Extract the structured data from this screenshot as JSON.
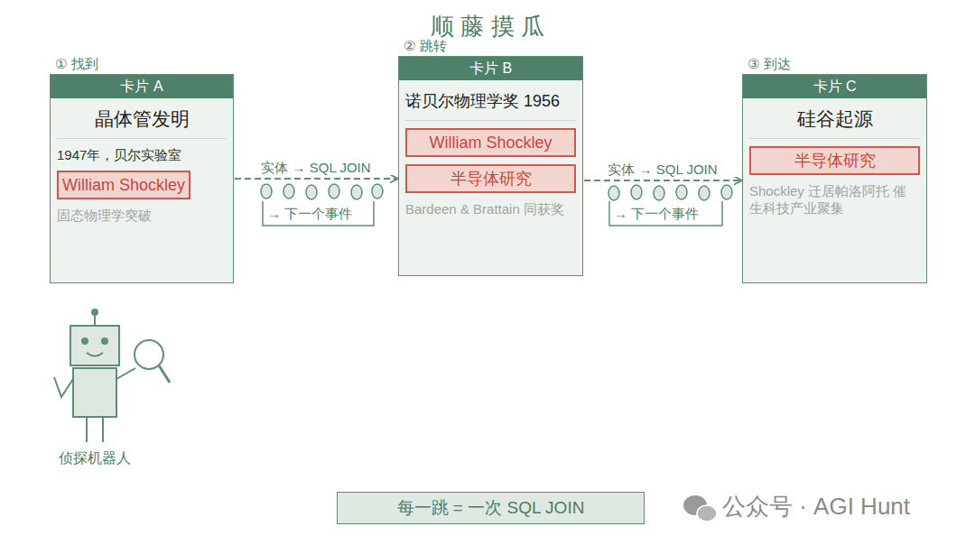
{
  "diagram": {
    "title": "顺 藤 摸 瓜",
    "nodes": [
      {
        "text": [
          "① 找到",
          "卡片 A",
          "晶体管发明",
          "1947年，贝尔实验室",
          "固态物理学突破"
        ]
      },
      {
        "text": [
          "William Shockley"
        ],
        "in": 0
      },
      {
        "text": [
          "② 跳转",
          "卡片 B",
          "诺贝尔物理学奖 1956",
          "Bardeen & Brattain 同获奖"
        ]
      },
      {
        "text": [
          "William Shockley"
        ],
        "in": 2
      },
      {
        "text": [
          "半导体研究"
        ],
        "in": 2
      },
      {
        "text": [
          "③ 到达",
          "卡片 C",
          "硅谷起源",
          "Shockley 迁居帕洛阿托 催生科技产业聚集"
        ]
      },
      {
        "text": [
          "半导体研究"
        ],
        "in": 5
      },
      {
        "text": [
          "每一跳 = 一次 SQL JOIN"
        ]
      }
    ],
    "edges": [
      {
        "from": 0,
        "to": 2,
        "arrow": "to",
        "label": "实体 → SQL JOIN"
      },
      {
        "from": 2,
        "to": 5,
        "arrow": "to",
        "label": "实体 → SQL JOIN"
      }
    ],
    "labels": [
      "→ 下一个事件",
      "→ 下一个事件",
      "侦探机器人",
      "公众号 · AGI Hunt"
    ]
  }
}
